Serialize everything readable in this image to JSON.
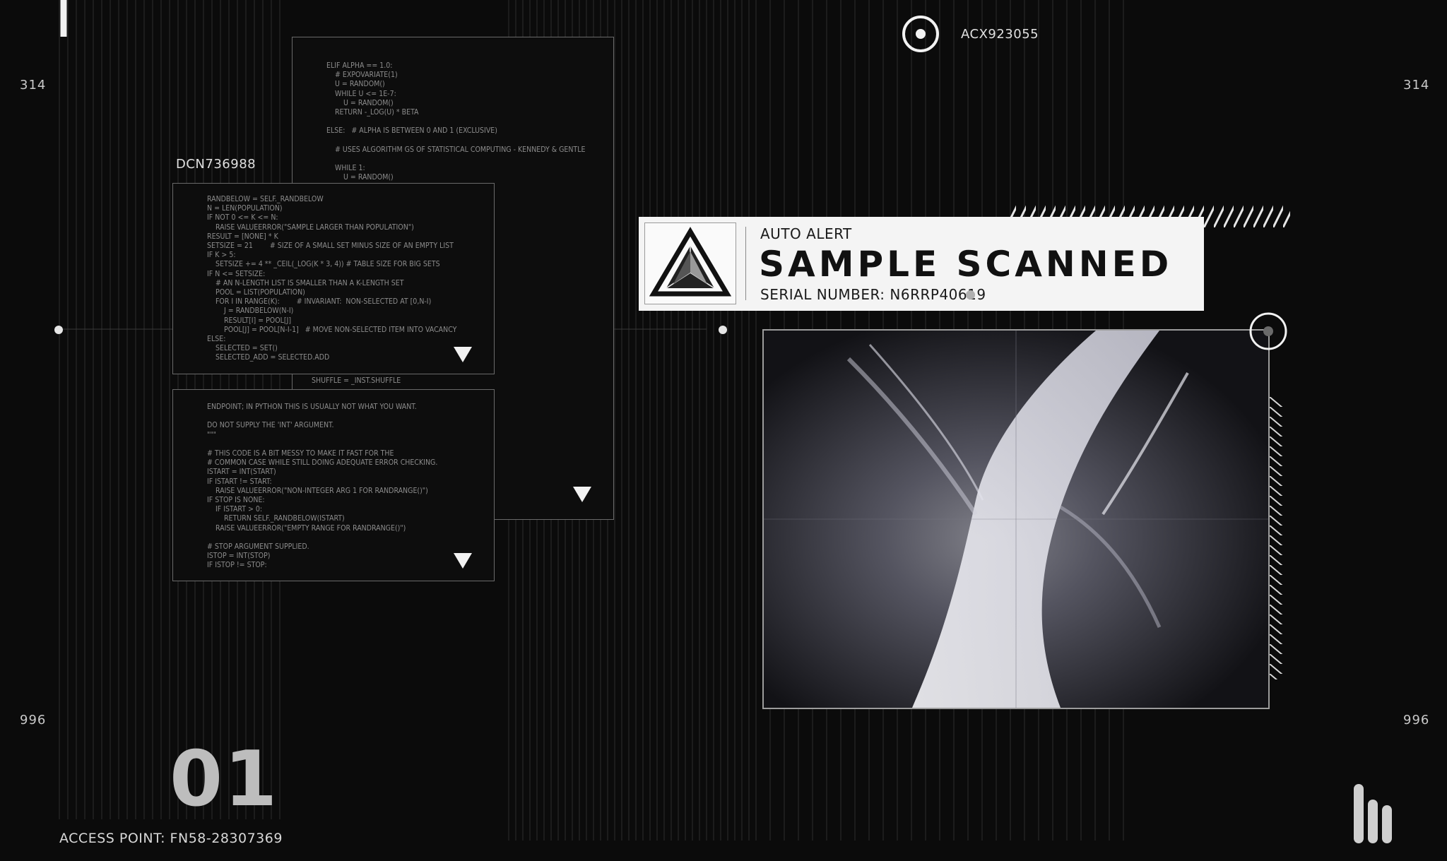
{
  "edges": {
    "top_left": "314",
    "top_right": "314",
    "bottom_left": "996",
    "bottom_right": "996"
  },
  "header": {
    "target_id": "ACX923055"
  },
  "panels": {
    "top_label": "DCN736988",
    "back_code": "ELIF ALPHA == 1.0:\n    # EXPOVARIATE(1)\n    U = RANDOM()\n    WHILE U <= 1E-7:\n        U = RANDOM()\n    RETURN -_LOG(U) * BETA\n\nELSE:   # ALPHA IS BETWEEN 0 AND 1 (EXCLUSIVE)\n\n    # USES ALGORITHM GS OF STATISTICAL COMPUTING - KENNEDY & GENTLE\n\n    WHILE 1:\n        U = RANDOM()",
    "back_code_tail": "SHUFFLE = _INST.SHUFFLE",
    "front_code_1": "RANDBELOW = SELF._RANDBELOW\nN = LEN(POPULATION)\nIF NOT 0 <= K <= N:\n    RAISE VALUEERROR(\"SAMPLE LARGER THAN POPULATION\")\nRESULT = [NONE] * K\nSETSIZE = 21        # SIZE OF A SMALL SET MINUS SIZE OF AN EMPTY LIST\nIF K > 5:\n    SETSIZE += 4 ** _CEIL(_LOG(K * 3, 4)) # TABLE SIZE FOR BIG SETS\nIF N <= SETSIZE:\n    # AN N-LENGTH LIST IS SMALLER THAN A K-LENGTH SET\n    POOL = LIST(POPULATION)\n    FOR I IN RANGE(K):        # INVARIANT:  NON-SELECTED AT [0,N-I)\n        J = RANDBELOW(N-I)\n        RESULT[I] = POOL[J]\n        POOL[J] = POOL[N-I-1]   # MOVE NON-SELECTED ITEM INTO VACANCY\nELSE:\n    SELECTED = SET()\n    SELECTED_ADD = SELECTED.ADD",
    "front_code_2": "ENDPOINT; IN PYTHON THIS IS USUALLY NOT WHAT YOU WANT.\n\nDO NOT SUPPLY THE 'INT' ARGUMENT.\n\"\"\"\n\n# THIS CODE IS A BIT MESSY TO MAKE IT FAST FOR THE\n# COMMON CASE WHILE STILL DOING ADEQUATE ERROR CHECKING.\nISTART = INT(START)\nIF ISTART != START:\n    RAISE VALUEERROR(\"NON-INTEGER ARG 1 FOR RANDRANGE()\")\nIF STOP IS NONE:\n    IF ISTART > 0:\n        RETURN SELF._RANDBELOW(ISTART)\n    RAISE VALUEERROR(\"EMPTY RANGE FOR RANDRANGE()\")\n\n# STOP ARGUMENT SUPPLIED.\nISTOP = INT(STOP)\nIF ISTOP != STOP:"
  },
  "alert": {
    "kicker": "AUTO ALERT",
    "title": "SAMPLE SCANNED",
    "serial": "SERIAL NUMBER: N6RRP40619"
  },
  "footer": {
    "index": "01",
    "access_point": "ACCESS POINT: FN58-28307369"
  },
  "icons": {
    "target": "target-ring-icon",
    "logo": "triangle-emblem-icon",
    "collapse": "triangle-down-icon",
    "bars": "bars-logo-icon"
  },
  "colors": {
    "background": "#0b0b0b",
    "panel_border": "#6a6a6a",
    "card": "#f4f4f4",
    "accent_white": "#f2f2f2"
  }
}
